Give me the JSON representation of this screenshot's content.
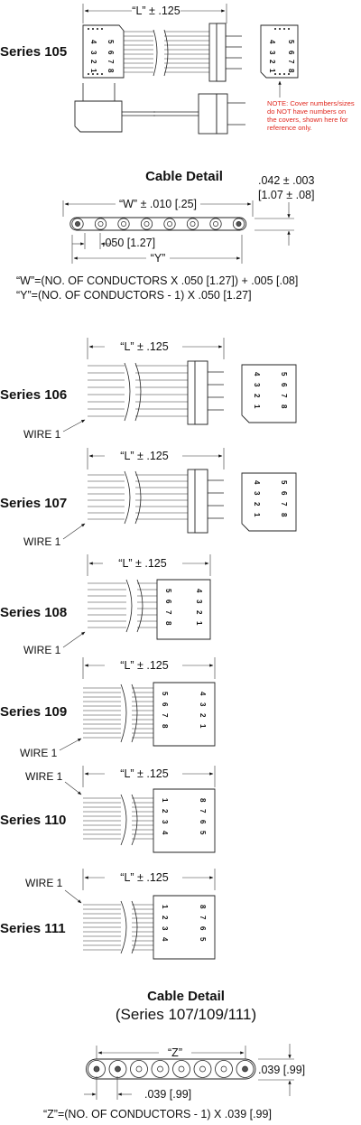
{
  "series": {
    "s105": "Series 105",
    "s106": "Series 106",
    "s107": "Series 107",
    "s108": "Series 108",
    "s109": "Series 109",
    "s110": "Series 110",
    "s111": "Series 111"
  },
  "dims": {
    "L": "“L” ± .125",
    "W": "“W” ± .010 [.25]",
    "Y": "“Y”",
    "pitch": ".050 [1.27]",
    "thick1": ".042 ± .003",
    "thick2": "[1.07 ± .08]",
    "Z": "“Z”",
    "pitch2": ".039 [.99]",
    "thick3": ".039 [.99]"
  },
  "wire_label": "WIRE 1",
  "note": {
    "line1": "NOTE: Cover numbers/sizes",
    "line2": "do NOT have numbers on",
    "line3": "the covers, shown here for",
    "line4": "reference only."
  },
  "cable_detail": {
    "title1": "Cable Detail",
    "title2": "Cable Detail",
    "subtitle2": "(Series 107/109/111)"
  },
  "formulas": {
    "w": "“W”=(NO. OF CONDUCTORS X .050 [1.27]) + .005 [.08]",
    "y": "“Y”=(NO. OF CONDUCTORS - 1) X .050 [1.27]",
    "z": "“Z”=(NO. OF CONDUCTORS - 1) X .039 [.99]"
  },
  "cover_numbers": {
    "n1": "1",
    "n2": "2",
    "n3": "3",
    "n4": "4",
    "n5": "5",
    "n6": "6",
    "n7": "7",
    "n8": "8"
  }
}
